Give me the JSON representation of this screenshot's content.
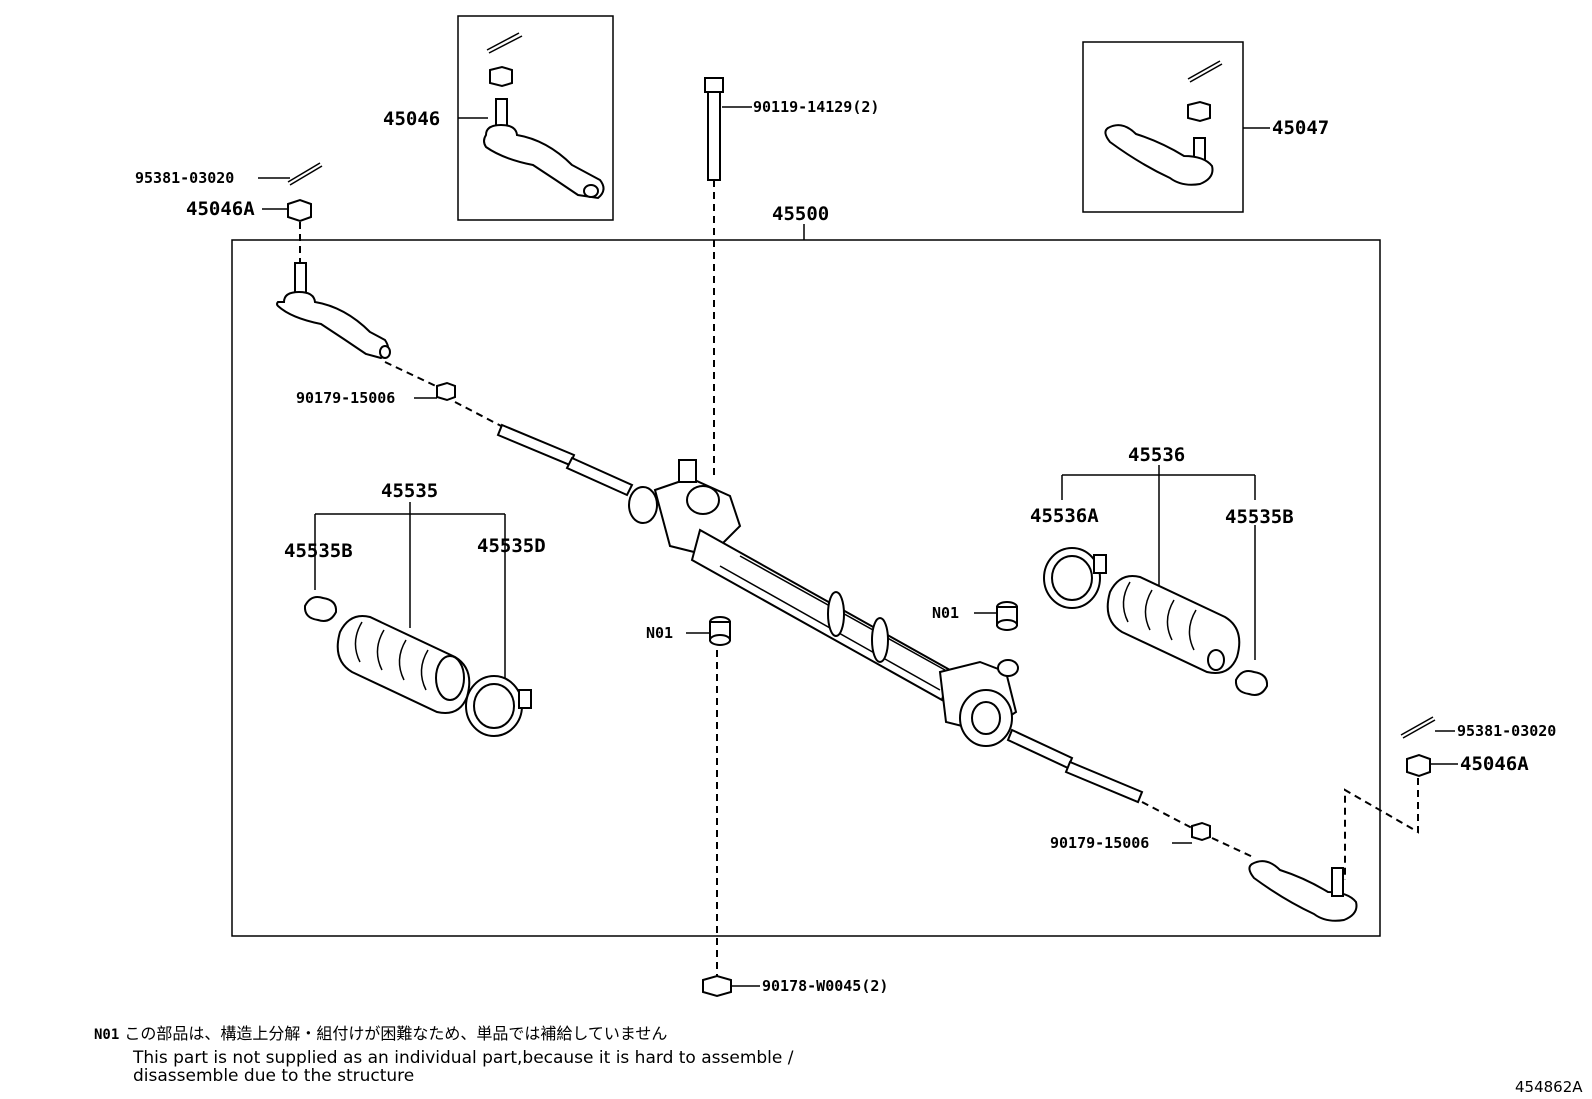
{
  "labels": {
    "l45046": "45046",
    "l45047": "45047",
    "l90119": "90119-14129(2)",
    "l95381_left": "95381-03020",
    "l45046A_left": "45046A",
    "l45500": "45500",
    "l90179_left": "90179-15006",
    "l45535": "45535",
    "l45535B_left": "45535B",
    "l45535D": "45535D",
    "l45536": "45536",
    "l45536A": "45536A",
    "l45535B_right": "45535B",
    "lN01_right": "N01",
    "lN01_center": "N01",
    "l95381_right": "95381-03020",
    "l45046A_right": "45046A",
    "l90179_right": "90179-15006",
    "l90178": "90178-W0045(2)"
  },
  "note": {
    "code": "N01",
    "japanese": "この部品は、構造上分解・組付けが困難なため、単品では補給していません",
    "english_line1": "This part is not supplied as an individual part,because it is hard to assemble /",
    "english_line2": "disassemble due to the structure"
  },
  "diagram_id": "454862A"
}
